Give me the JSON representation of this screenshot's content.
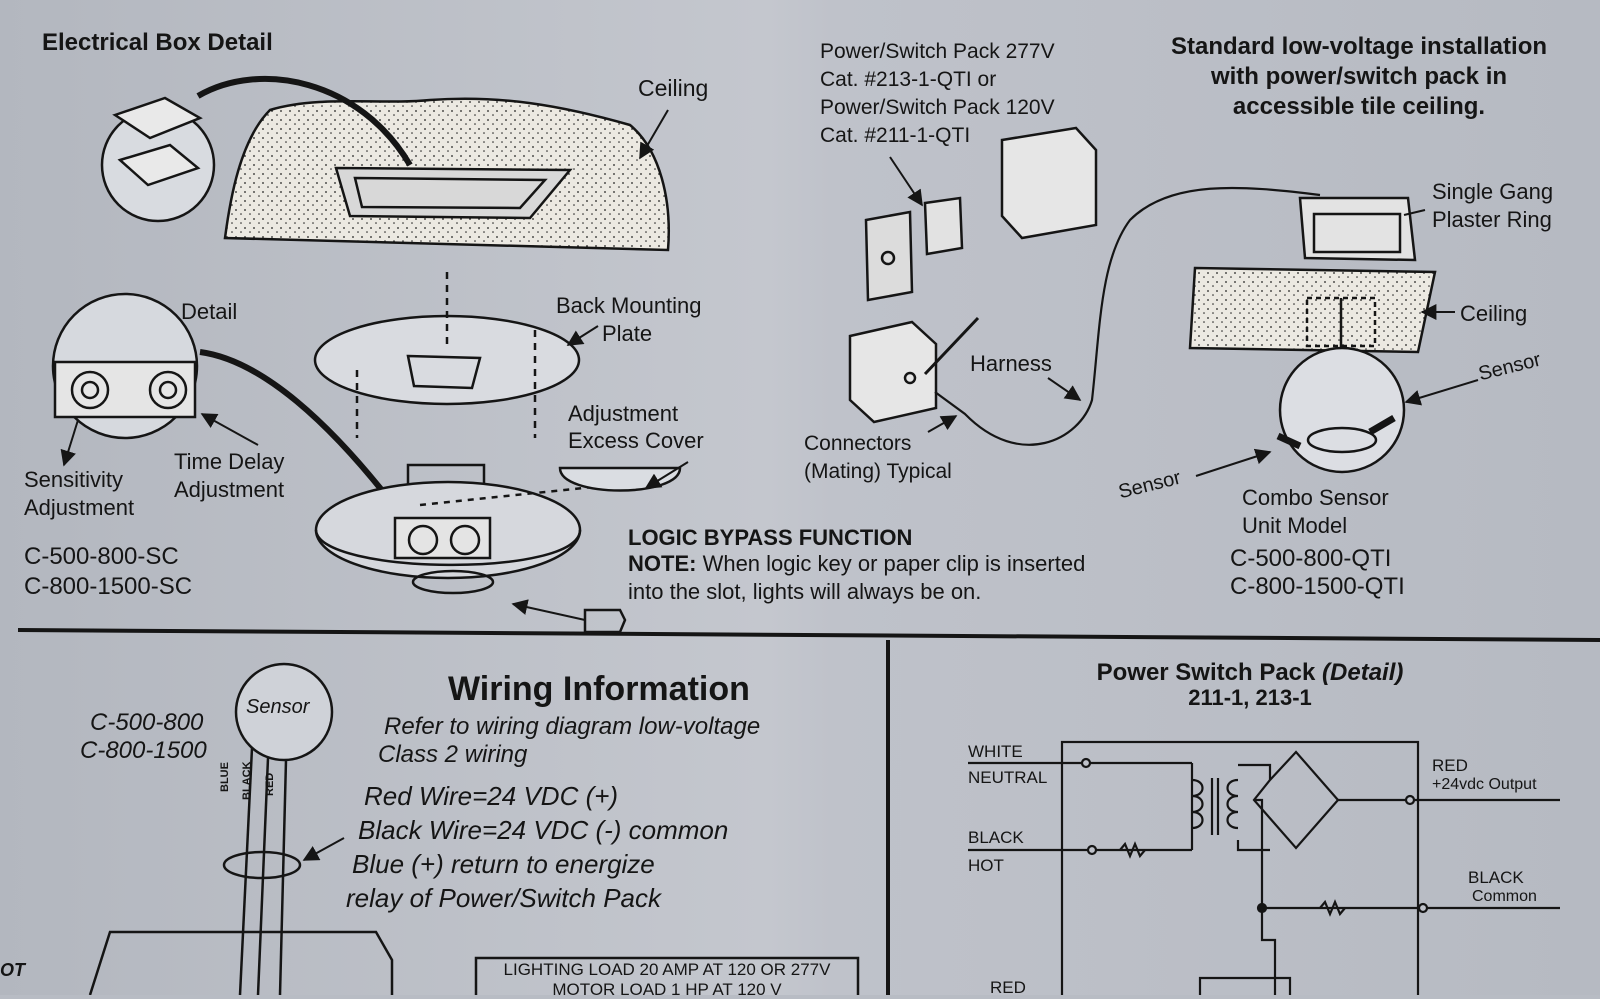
{
  "electrical_box": {
    "title": "Electrical Box  Detail",
    "ceiling_label": "Ceiling",
    "detail_label": "Detail",
    "back_mounting_plate": [
      "Back Mounting",
      "Plate"
    ],
    "adjustment_cover": [
      "Adjustment",
      "Excess Cover"
    ],
    "sensitivity": [
      "Sensitivity",
      "Adjustment"
    ],
    "time_delay": [
      "Time Delay",
      "Adjustment"
    ],
    "models": [
      "C-500-800-SC",
      "C-800-1500-SC"
    ]
  },
  "logic_bypass": {
    "title": "LOGIC BYPASS FUNCTION",
    "note_label": "NOTE:",
    "note_line1": " When logic key or paper clip is inserted",
    "note_line2": "into the slot, lights will always be on."
  },
  "power_pack_top": {
    "lines": [
      "Power/Switch Pack 277V",
      "Cat. #213-1-QTI or",
      "Power/Switch Pack 120V",
      "Cat. #211-1-QTI"
    ],
    "harness": "Harness",
    "connectors": [
      "Connectors",
      "(Mating) Typical"
    ]
  },
  "standard_install": {
    "title_lines": [
      "Standard low-voltage installation",
      "with power/switch pack in",
      "accessible tile ceiling."
    ],
    "single_gang": [
      "Single Gang",
      "Plaster Ring"
    ],
    "ceiling_label": "Ceiling",
    "sensor_right": "Sensor",
    "sensor_left": "Sensor",
    "combo": [
      "Combo Sensor",
      "Unit Model"
    ],
    "models": [
      "C-500-800-QTI",
      "C-800-1500-QTI"
    ]
  },
  "wiring": {
    "title": "Wiring Information",
    "sensor": "Sensor",
    "models": [
      "C-500-800",
      "C-800-1500"
    ],
    "wire_names": [
      "BLUE",
      "BLACK",
      "RED"
    ],
    "refer_lines": [
      "Refer to wiring diagram low-voltage",
      "Class 2 wiring"
    ],
    "desc_lines": [
      "Red Wire=24 VDC (+)",
      "Black Wire=24 VDC (-) common",
      "Blue (+) return to energize",
      "relay of Power/Switch Pack"
    ],
    "edge_text": "OT",
    "load_lines": [
      "LIGHTING LOAD 20 AMP AT 120 OR 277V",
      "MOTOR LOAD 1 HP AT 120 V"
    ]
  },
  "power_switch_detail": {
    "title_bold": "Power Switch Pack ",
    "title_italic": "(Detail)",
    "subtitle": "211-1, 213-1",
    "white": "WHITE",
    "neutral": "NEUTRAL",
    "black": "BLACK",
    "hot": "HOT",
    "red_out": "RED",
    "red_out_sub": "+24vdc Output",
    "black_common": "BLACK",
    "black_common_sub": "Common",
    "red_bottom": "RED"
  },
  "colors": {
    "paper": "#bfc2ca",
    "ink": "#151515",
    "stipple": "#ece9e2"
  }
}
